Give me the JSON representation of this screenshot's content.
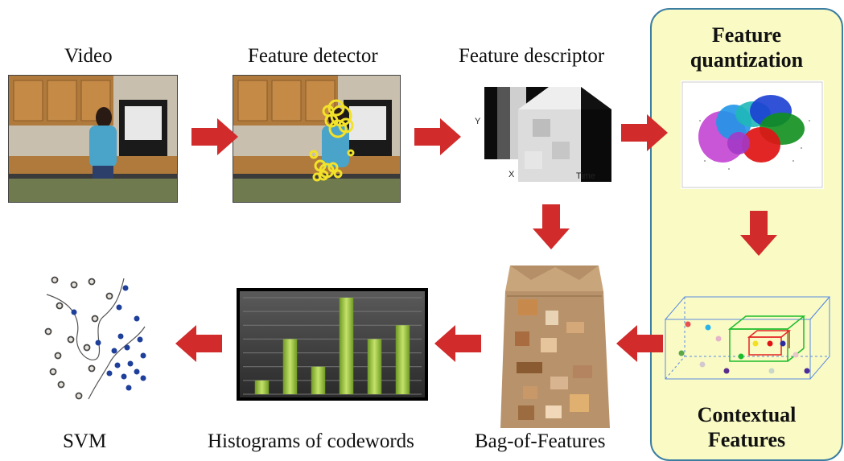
{
  "steps": {
    "video": "Video",
    "detector": "Feature detector",
    "descriptor": "Feature descriptor",
    "quantization_line1": "Feature",
    "quantization_line2": "quantization",
    "contextual_line1": "Contextual",
    "contextual_line2": "Features",
    "bag": "Bag-of-Features",
    "histograms": "Histograms of codewords",
    "svm": "SVM"
  },
  "cube_axes": {
    "y": "Y",
    "x": "X",
    "time": "Time"
  },
  "histogram": {
    "values": [
      1,
      4,
      2,
      7,
      4,
      5
    ],
    "max": 7
  },
  "colors": {
    "arrow": "#d12b2b",
    "panel_bg": "#fafac4",
    "panel_border": "#3b7ea1",
    "bar": "#9bc53d",
    "svm_blue": "#1e3f9a",
    "svm_gray": "#bcbcbc",
    "detector_circles": "#f2e22a"
  }
}
